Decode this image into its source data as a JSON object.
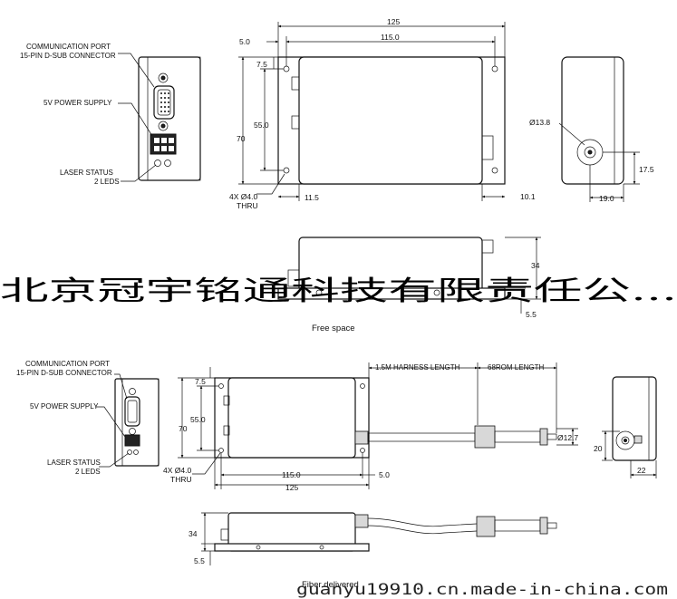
{
  "top": {
    "callouts": {
      "comm_port_line1": "COMMUNICATION PORT",
      "comm_port_line2": "15-PIN D-SUB CONNECTOR",
      "power": "5V POWER SUPPLY",
      "laser_status_line1": "LASER  STATUS",
      "laser_status_line2": "2 LEDS"
    },
    "dims": {
      "len_125": "125",
      "d_5_0": "5.0",
      "d_115_0": "115.0",
      "d_7_5": "7.5",
      "d_70": "70",
      "d_55_0": "55.0",
      "hole_line1": "4X Ø4.0",
      "hole_line2": "THRU",
      "d_11_5": "11.5",
      "d_10_1": "10.1",
      "d_13_8": "Ø13.8",
      "d_17_5": "17.5",
      "d_19_0": "19.0",
      "d_34": "34",
      "d_5_5": "5.5"
    },
    "caption": "Free space"
  },
  "bottom": {
    "callouts": {
      "comm_port_line1": "COMMUNICATION PORT",
      "comm_port_line2": "15-PIN D-SUB CONNECTOR",
      "power": "5V POWER SUPPLY",
      "laser_status_line1": "LASER  STATUS",
      "laser_status_line2": "2 LEDS"
    },
    "dims": {
      "d_7_5": "7.5",
      "d_70": "70",
      "d_55_0": "55.0",
      "harness": "1.5M HARNESS LENGTH",
      "rom": "68ROM LENGTH",
      "d_12_7": "Ø12.7",
      "d_20": "20",
      "d_22": "22",
      "hole_line1": "4X Ø4.0",
      "hole_line2": "THRU",
      "d_115_0": "115.0",
      "d_5_0": "5.0",
      "len_125": "125",
      "d_34": "34",
      "d_5_5": "5.5"
    },
    "caption": "Fiber delivered"
  },
  "watermark": {
    "chinese": "北京冠宇铭通科技有限责任公...",
    "url": "guanyu19910.cn.made-in-china.com"
  }
}
